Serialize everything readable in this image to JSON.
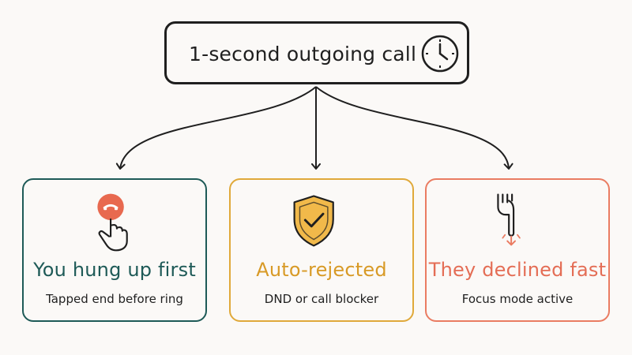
{
  "root": {
    "title": "1-second outgoing call",
    "icon": "clock-icon"
  },
  "branches": [
    {
      "title": "You hung up first",
      "subtitle": "Tapped end before ring",
      "icon": "hand-tap-end-call-icon",
      "color": "#1e5a57"
    },
    {
      "title": "Auto-rejected",
      "subtitle": "DND or call blocker",
      "icon": "shield-check-icon",
      "color": "#e0a93a"
    },
    {
      "title": "They declined fast",
      "subtitle": "Focus mode active",
      "icon": "pointing-down-icon",
      "color": "#ea7c62"
    }
  ]
}
